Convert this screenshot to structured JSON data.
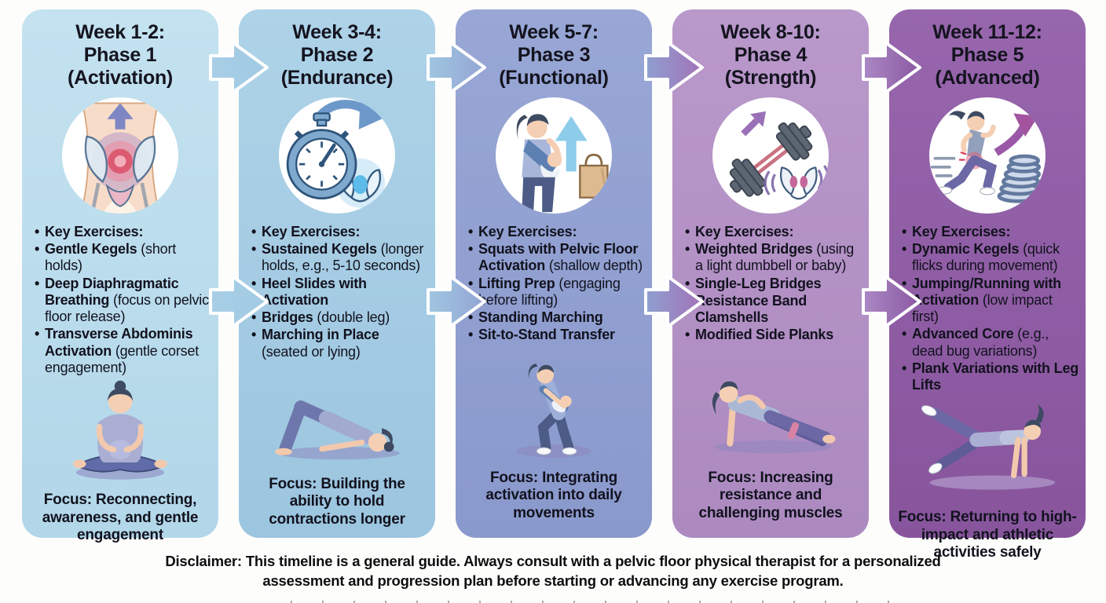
{
  "infographic": {
    "disclaimer_line1": "Disclaimer: This timeline is a general guide. Always consult with a pelvic floor physical therapist for a personalized",
    "disclaimer_line2": "assessment and progression plan before starting or advancing any exercise program."
  },
  "arrows": [
    {
      "between": "phase-1-to-phase-2",
      "color_start": "#a9cfe7",
      "color_end": "#a0c9e3"
    },
    {
      "between": "phase-2-to-phase-3",
      "color_start": "#a0c6e1",
      "color_end": "#93a5d3"
    },
    {
      "between": "phase-3-to-phase-4",
      "color_start": "#8f9fd0",
      "color_end": "#a273b7"
    },
    {
      "between": "phase-4-to-phase-5",
      "color_start": "#aa89c4",
      "color_end": "#8b58a2"
    }
  ],
  "phases": [
    {
      "title_week": "Week 1-2:",
      "title_phase": "Phase 1",
      "title_name": "(Activation)",
      "icon": "pelvic-anatomy-activation-icon",
      "bullets": [
        {
          "name": "Key Exercises:",
          "detail": ""
        },
        {
          "name": "Gentle Kegels",
          "detail": " (short holds)"
        },
        {
          "name": "Deep Diaphragmatic Breathing",
          "detail": " (focus on pelvic floor release)"
        },
        {
          "name": "Transverse Abdominis Activation",
          "detail": " (gentle corset engagement)"
        }
      ],
      "figure": "seated-breathing-figure",
      "focus": "Focus: Reconnecting, awareness, and gentle engagement",
      "colors": {
        "bg_top": "#c4e2f0",
        "bg_bottom": "#b2d7e9"
      }
    },
    {
      "title_week": "Week 3-4:",
      "title_phase": "Phase 2",
      "title_name": "(Endurance)",
      "icon": "stopwatch-endurance-icon",
      "bullets": [
        {
          "name": "Key Exercises:",
          "detail": ""
        },
        {
          "name": "Sustained Kegels",
          "detail": " (longer holds, e.g., 5-10 seconds)"
        },
        {
          "name": "Heel Slides with Activation",
          "detail": ""
        },
        {
          "name": "Bridges",
          "detail": " (double leg)"
        },
        {
          "name": "Marching in Place",
          "detail": " (seated or lying)"
        }
      ],
      "figure": "glute-bridge-figure",
      "focus": "Focus: Building the ability to hold contractions longer",
      "colors": {
        "bg_top": "#aed3e8",
        "bg_bottom": "#9cc5df"
      }
    },
    {
      "title_week": "Week 5-7:",
      "title_phase": "Phase 3",
      "title_name": "(Functional)",
      "icon": "mother-baby-lifting-icon",
      "bullets": [
        {
          "name": "Key Exercises:",
          "detail": ""
        },
        {
          "name": "Squats with Pelvic Floor Activation",
          "detail": " (shallow depth)"
        },
        {
          "name": "Lifting Prep",
          "detail": " (engaging before lifting)"
        },
        {
          "name": "Standing Marching",
          "detail": ""
        },
        {
          "name": "Sit-to-Stand Transfer",
          "detail": ""
        }
      ],
      "figure": "squat-with-baby-figure",
      "focus": "Focus: Integrating activation into daily movements",
      "colors": {
        "bg_top": "#98a7d5",
        "bg_bottom": "#8a99cc"
      }
    },
    {
      "title_week": "Week 8-10:",
      "title_phase": "Phase 4",
      "title_name": "(Strength)",
      "icon": "dumbbell-pelvis-strength-icon",
      "bullets": [
        {
          "name": "Key Exercises:",
          "detail": ""
        },
        {
          "name": "Weighted Bridges",
          "detail": " (using a light dumbbell or baby)"
        },
        {
          "name": "Single-Leg Bridges",
          "detail": ""
        },
        {
          "name": "Resistance Band Clamshells",
          "detail": ""
        },
        {
          "name": "Modified Side Planks",
          "detail": ""
        }
      ],
      "figure": "side-plank-band-figure",
      "focus": "Focus: Increasing resistance and challenging muscles",
      "colors": {
        "bg_top": "#b998ca",
        "bg_bottom": "#ac8ac0"
      }
    },
    {
      "title_week": "Week 11-12:",
      "title_phase": "Phase 5",
      "title_name": "(Advanced)",
      "icon": "running-advanced-icon",
      "bullets": [
        {
          "name": "Key Exercises:",
          "detail": ""
        },
        {
          "name": "Dynamic Kegels",
          "detail": " (quick flicks during movement)"
        },
        {
          "name": "Jumping/Running with Activation",
          "detail": " (low impact first)"
        },
        {
          "name": "Advanced Core",
          "detail": " (e.g., dead bug variations)"
        },
        {
          "name": "Plank Variations with Leg Lifts",
          "detail": ""
        }
      ],
      "figure": "plank-leg-lift-figure",
      "focus": "Focus: Returning to high-impact and athletic activities safely",
      "colors": {
        "bg_top": "#9766ad",
        "bg_bottom": "#88559d"
      }
    }
  ]
}
